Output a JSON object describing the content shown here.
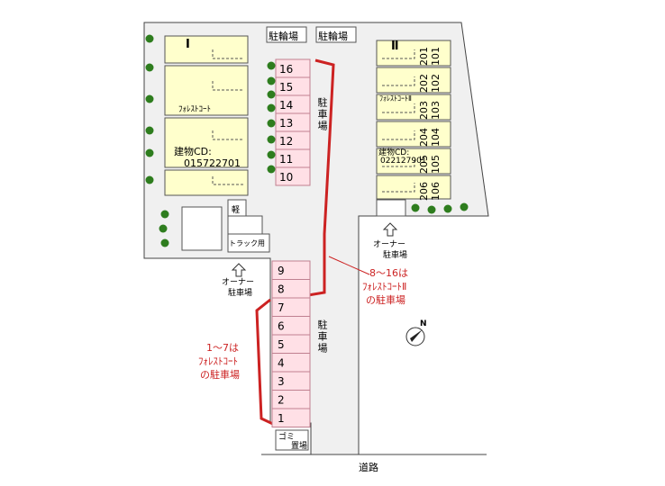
{
  "building_1": {
    "roman": "Ⅰ",
    "name": "ﾌｫﾚｽﾄｺｰﾄ",
    "code_label": "建物CD:",
    "code": "015722701"
  },
  "building_2": {
    "roman": "Ⅱ",
    "name": "ﾌｫﾚｽﾄｺｰﾄⅡ",
    "code_label": "建物CD:",
    "code": "022127901",
    "rooms": [
      {
        "upper": "201",
        "lower": "101"
      },
      {
        "upper": "202",
        "lower": "102"
      },
      {
        "upper": "203",
        "lower": "103"
      },
      {
        "upper": "204",
        "lower": "104"
      },
      {
        "upper": "205",
        "lower": "105"
      },
      {
        "upper": "206",
        "lower": "106"
      }
    ]
  },
  "bike_parking": [
    "駐輪場",
    "駐輪場"
  ],
  "parking_north": {
    "label": "駐車場",
    "spaces": [
      "16",
      "15",
      "14",
      "13",
      "12",
      "11",
      "10"
    ]
  },
  "parking_south": {
    "label": "駐車場",
    "spaces": [
      "9",
      "8",
      "7",
      "6",
      "5",
      "4",
      "3",
      "2",
      "1"
    ]
  },
  "kei_label": "軽",
  "truck_label": "トラック用",
  "owner_parking": {
    "line1": "オーナー",
    "line2": "駐車場"
  },
  "annotation_2": {
    "line1": "8～16は",
    "line2": "ﾌｫﾚｽﾄｺｰﾄⅡ",
    "line3": "の駐車場"
  },
  "annotation_1": {
    "line1": "1～7は",
    "line2": "ﾌｫﾚｽﾄｺｰﾄ",
    "line3": "の駐車場"
  },
  "garbage": {
    "line1": "ゴミ",
    "line2": "置場"
  },
  "road_label": "道路",
  "north_label": "N",
  "colors": {
    "lot": "#f0f0f0",
    "building": "#ffffcc",
    "parking": "#ffe0e6",
    "parking_border": "#c08090",
    "tree": "#2e7d1e",
    "annotation": "#cc2222"
  }
}
